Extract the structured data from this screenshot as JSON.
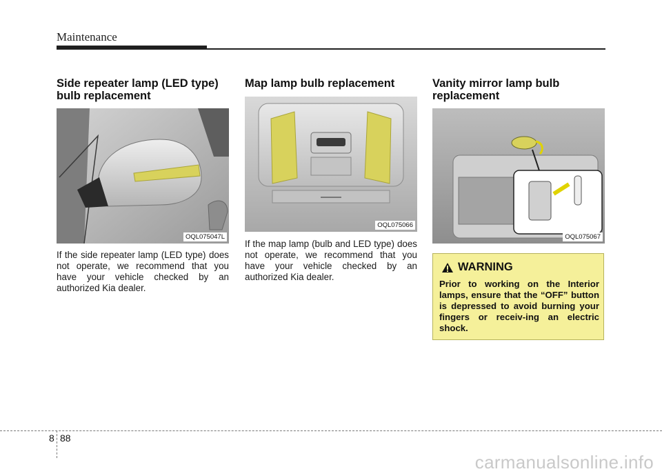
{
  "header": {
    "title": "Maintenance"
  },
  "sections": [
    {
      "heading": "Side repeater lamp (LED type) bulb replacement",
      "figure_code": "OQL075047L",
      "body": "If the side repeater lamp (LED type) does not operate, we recommend that you have your vehicle checked by an authorized Kia dealer."
    },
    {
      "heading": "Map lamp bulb replacement",
      "figure_code": "OQL075066",
      "body": "If the map lamp (bulb and LED type) does not operate, we recommend that you have your vehicle checked by an authorized Kia dealer."
    },
    {
      "heading": "Vanity mirror lamp bulb replacement",
      "figure_code": "OQL075067"
    }
  ],
  "warning": {
    "title": "WARNING",
    "text": "Prior to working on the Interior lamps, ensure that the “OFF” button is depressed to avoid burning your fingers or receiv-ing an electric shock.",
    "icon": "warning-triangle-icon"
  },
  "footer": {
    "chapter": "8",
    "page": "88"
  },
  "watermark": "carmanualsonline.info",
  "colors": {
    "warning_bg": "#f5f09a",
    "lamp_highlight": "#d8d25c",
    "rule": "#1f1f1f"
  }
}
